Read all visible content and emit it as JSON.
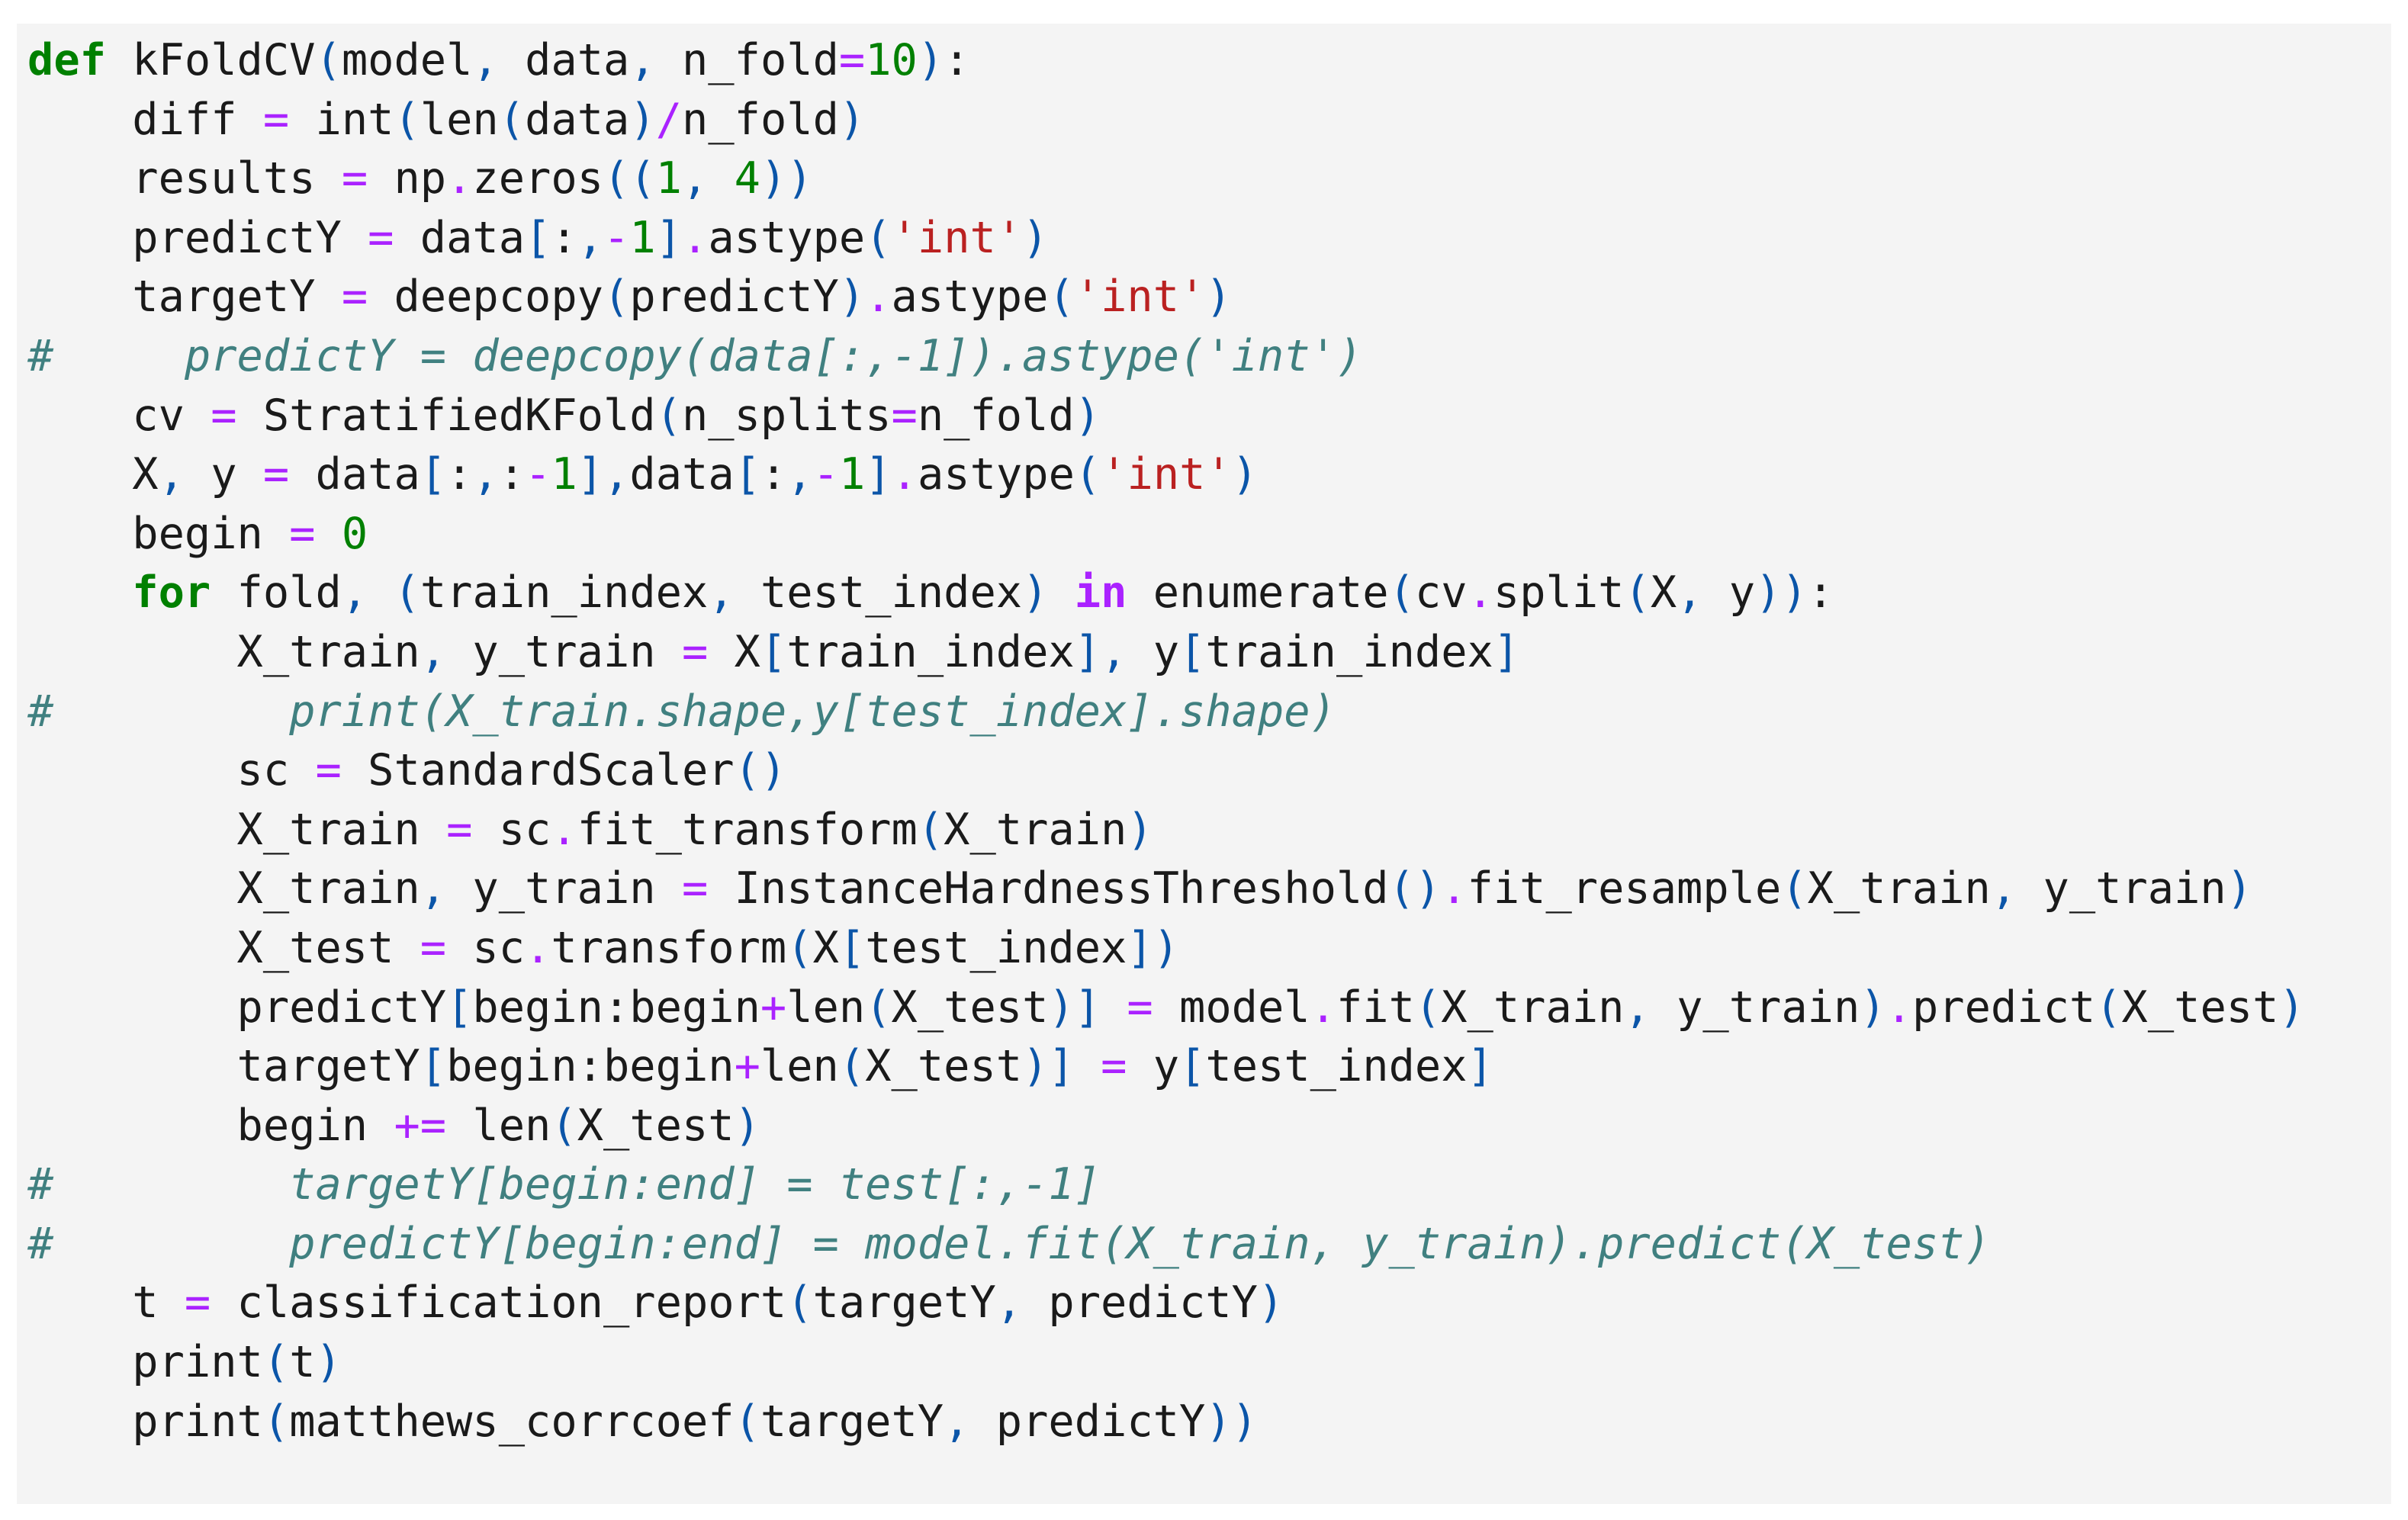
{
  "colors": {
    "page_background": "#ffffff",
    "cell_background": "#f4f4f4",
    "text": "#1a1a1a",
    "keyword": "#008000",
    "keyword_operator": "#aa22ff",
    "operator": "#aa22ff",
    "number": "#008000",
    "string": "#ba2121",
    "bracket": "#0b55a8",
    "comment": "#408080"
  },
  "code_cell": {
    "language": "python",
    "lines": [
      [
        [
          "kw",
          "def"
        ],
        [
          "n",
          " kFoldCV"
        ],
        [
          "p",
          "("
        ],
        [
          "n",
          "model"
        ],
        [
          "p",
          ","
        ],
        [
          "n",
          " data"
        ],
        [
          "p",
          ","
        ],
        [
          "n",
          " n_fold"
        ],
        [
          "op",
          "="
        ],
        [
          "num",
          "10"
        ],
        [
          "p",
          ")"
        ],
        [
          "n",
          ":"
        ]
      ],
      [
        [
          "n",
          "    diff "
        ],
        [
          "op",
          "="
        ],
        [
          "n",
          " int"
        ],
        [
          "p",
          "("
        ],
        [
          "n",
          "len"
        ],
        [
          "p",
          "("
        ],
        [
          "n",
          "data"
        ],
        [
          "p",
          ")"
        ],
        [
          "op",
          "/"
        ],
        [
          "n",
          "n_fold"
        ],
        [
          "p",
          ")"
        ]
      ],
      [
        [
          "n",
          "    results "
        ],
        [
          "op",
          "="
        ],
        [
          "n",
          " np"
        ],
        [
          "op",
          "."
        ],
        [
          "n",
          "zeros"
        ],
        [
          "p",
          "(("
        ],
        [
          "num",
          "1"
        ],
        [
          "p",
          ","
        ],
        [
          "n",
          " "
        ],
        [
          "num",
          "4"
        ],
        [
          "p",
          "))"
        ]
      ],
      [
        [
          "n",
          "    predictY "
        ],
        [
          "op",
          "="
        ],
        [
          "n",
          " data"
        ],
        [
          "p",
          "["
        ],
        [
          "n",
          ":"
        ],
        [
          "p",
          ","
        ],
        [
          "op",
          "-"
        ],
        [
          "num",
          "1"
        ],
        [
          "p",
          "]"
        ],
        [
          "op",
          "."
        ],
        [
          "n",
          "astype"
        ],
        [
          "p",
          "("
        ],
        [
          "str",
          "'int'"
        ],
        [
          "p",
          ")"
        ]
      ],
      [
        [
          "n",
          "    targetY "
        ],
        [
          "op",
          "="
        ],
        [
          "n",
          " deepcopy"
        ],
        [
          "p",
          "("
        ],
        [
          "n",
          "predictY"
        ],
        [
          "p",
          ")"
        ],
        [
          "op",
          "."
        ],
        [
          "n",
          "astype"
        ],
        [
          "p",
          "("
        ],
        [
          "str",
          "'int'"
        ],
        [
          "p",
          ")"
        ]
      ],
      [
        [
          "cm",
          "#     predictY = deepcopy(data[:,-1]).astype('int')"
        ]
      ],
      [
        [
          "n",
          "    cv "
        ],
        [
          "op",
          "="
        ],
        [
          "n",
          " StratifiedKFold"
        ],
        [
          "p",
          "("
        ],
        [
          "n",
          "n_splits"
        ],
        [
          "op",
          "="
        ],
        [
          "n",
          "n_fold"
        ],
        [
          "p",
          ")"
        ]
      ],
      [
        [
          "n",
          "    X"
        ],
        [
          "p",
          ","
        ],
        [
          "n",
          " y "
        ],
        [
          "op",
          "="
        ],
        [
          "n",
          " data"
        ],
        [
          "p",
          "["
        ],
        [
          "n",
          ":"
        ],
        [
          "p",
          ","
        ],
        [
          "n",
          ":"
        ],
        [
          "op",
          "-"
        ],
        [
          "num",
          "1"
        ],
        [
          "p",
          "],"
        ],
        [
          "n",
          "data"
        ],
        [
          "p",
          "["
        ],
        [
          "n",
          ":"
        ],
        [
          "p",
          ","
        ],
        [
          "op",
          "-"
        ],
        [
          "num",
          "1"
        ],
        [
          "p",
          "]"
        ],
        [
          "op",
          "."
        ],
        [
          "n",
          "astype"
        ],
        [
          "p",
          "("
        ],
        [
          "str",
          "'int'"
        ],
        [
          "p",
          ")"
        ]
      ],
      [
        [
          "n",
          "    begin "
        ],
        [
          "op",
          "="
        ],
        [
          "n",
          " "
        ],
        [
          "num",
          "0"
        ]
      ],
      [
        [
          "n",
          "    "
        ],
        [
          "kw",
          "for"
        ],
        [
          "n",
          " fold"
        ],
        [
          "p",
          ","
        ],
        [
          "n",
          " "
        ],
        [
          "p",
          "("
        ],
        [
          "n",
          "train_index"
        ],
        [
          "p",
          ","
        ],
        [
          "n",
          " test_index"
        ],
        [
          "p",
          ")"
        ],
        [
          "n",
          " "
        ],
        [
          "kw2",
          "in"
        ],
        [
          "n",
          " enumerate"
        ],
        [
          "p",
          "("
        ],
        [
          "n",
          "cv"
        ],
        [
          "op",
          "."
        ],
        [
          "n",
          "split"
        ],
        [
          "p",
          "("
        ],
        [
          "n",
          "X"
        ],
        [
          "p",
          ","
        ],
        [
          "n",
          " y"
        ],
        [
          "p",
          "))"
        ],
        [
          "n",
          ":"
        ]
      ],
      [
        [
          "n",
          "        X_train"
        ],
        [
          "p",
          ","
        ],
        [
          "n",
          " y_train "
        ],
        [
          "op",
          "="
        ],
        [
          "n",
          " X"
        ],
        [
          "p",
          "["
        ],
        [
          "n",
          "train_index"
        ],
        [
          "p",
          "],"
        ],
        [
          "n",
          " y"
        ],
        [
          "p",
          "["
        ],
        [
          "n",
          "train_index"
        ],
        [
          "p",
          "]"
        ]
      ],
      [
        [
          "cm",
          "#         print(X_train.shape,y[test_index].shape)"
        ]
      ],
      [
        [
          "n",
          "        sc "
        ],
        [
          "op",
          "="
        ],
        [
          "n",
          " StandardScaler"
        ],
        [
          "p",
          "()"
        ]
      ],
      [
        [
          "n",
          "        X_train "
        ],
        [
          "op",
          "="
        ],
        [
          "n",
          " sc"
        ],
        [
          "op",
          "."
        ],
        [
          "n",
          "fit_transform"
        ],
        [
          "p",
          "("
        ],
        [
          "n",
          "X_train"
        ],
        [
          "p",
          ")"
        ]
      ],
      [
        [
          "n",
          "        X_train"
        ],
        [
          "p",
          ","
        ],
        [
          "n",
          " y_train "
        ],
        [
          "op",
          "="
        ],
        [
          "n",
          " InstanceHardnessThreshold"
        ],
        [
          "p",
          "()"
        ],
        [
          "op",
          "."
        ],
        [
          "n",
          "fit_resample"
        ],
        [
          "p",
          "("
        ],
        [
          "n",
          "X_train"
        ],
        [
          "p",
          ","
        ],
        [
          "n",
          " y_train"
        ],
        [
          "p",
          ")"
        ]
      ],
      [
        [
          "n",
          "        X_test "
        ],
        [
          "op",
          "="
        ],
        [
          "n",
          " sc"
        ],
        [
          "op",
          "."
        ],
        [
          "n",
          "transform"
        ],
        [
          "p",
          "("
        ],
        [
          "n",
          "X"
        ],
        [
          "p",
          "["
        ],
        [
          "n",
          "test_index"
        ],
        [
          "p",
          "])"
        ]
      ],
      [
        [
          "n",
          "        predictY"
        ],
        [
          "p",
          "["
        ],
        [
          "n",
          "begin:begin"
        ],
        [
          "op",
          "+"
        ],
        [
          "n",
          "len"
        ],
        [
          "p",
          "("
        ],
        [
          "n",
          "X_test"
        ],
        [
          "p",
          ")]"
        ],
        [
          "n",
          " "
        ],
        [
          "op",
          "="
        ],
        [
          "n",
          " model"
        ],
        [
          "op",
          "."
        ],
        [
          "n",
          "fit"
        ],
        [
          "p",
          "("
        ],
        [
          "n",
          "X_train"
        ],
        [
          "p",
          ","
        ],
        [
          "n",
          " y_train"
        ],
        [
          "p",
          ")"
        ],
        [
          "op",
          "."
        ],
        [
          "n",
          "predict"
        ],
        [
          "p",
          "("
        ],
        [
          "n",
          "X_test"
        ],
        [
          "p",
          ")"
        ]
      ],
      [
        [
          "n",
          "        targetY"
        ],
        [
          "p",
          "["
        ],
        [
          "n",
          "begin:begin"
        ],
        [
          "op",
          "+"
        ],
        [
          "n",
          "len"
        ],
        [
          "p",
          "("
        ],
        [
          "n",
          "X_test"
        ],
        [
          "p",
          ")]"
        ],
        [
          "n",
          " "
        ],
        [
          "op",
          "="
        ],
        [
          "n",
          " y"
        ],
        [
          "p",
          "["
        ],
        [
          "n",
          "test_index"
        ],
        [
          "p",
          "]"
        ]
      ],
      [
        [
          "n",
          "        begin "
        ],
        [
          "op",
          "+="
        ],
        [
          "n",
          " len"
        ],
        [
          "p",
          "("
        ],
        [
          "n",
          "X_test"
        ],
        [
          "p",
          ")"
        ]
      ],
      [
        [
          "cm",
          "#         targetY[begin:end] = test[:,-1]"
        ]
      ],
      [
        [
          "cm",
          "#         predictY[begin:end] = model.fit(X_train, y_train).predict(X_test)"
        ]
      ],
      [
        [
          "n",
          "    t "
        ],
        [
          "op",
          "="
        ],
        [
          "n",
          " classification_report"
        ],
        [
          "p",
          "("
        ],
        [
          "n",
          "targetY"
        ],
        [
          "p",
          ","
        ],
        [
          "n",
          " predictY"
        ],
        [
          "p",
          ")"
        ]
      ],
      [
        [
          "n",
          "    print"
        ],
        [
          "p",
          "("
        ],
        [
          "n",
          "t"
        ],
        [
          "p",
          ")"
        ]
      ],
      [
        [
          "n",
          "    print"
        ],
        [
          "p",
          "("
        ],
        [
          "n",
          "matthews_corrcoef"
        ],
        [
          "p",
          "("
        ],
        [
          "n",
          "targetY"
        ],
        [
          "p",
          ","
        ],
        [
          "n",
          " predictY"
        ],
        [
          "p",
          "))"
        ]
      ]
    ]
  }
}
